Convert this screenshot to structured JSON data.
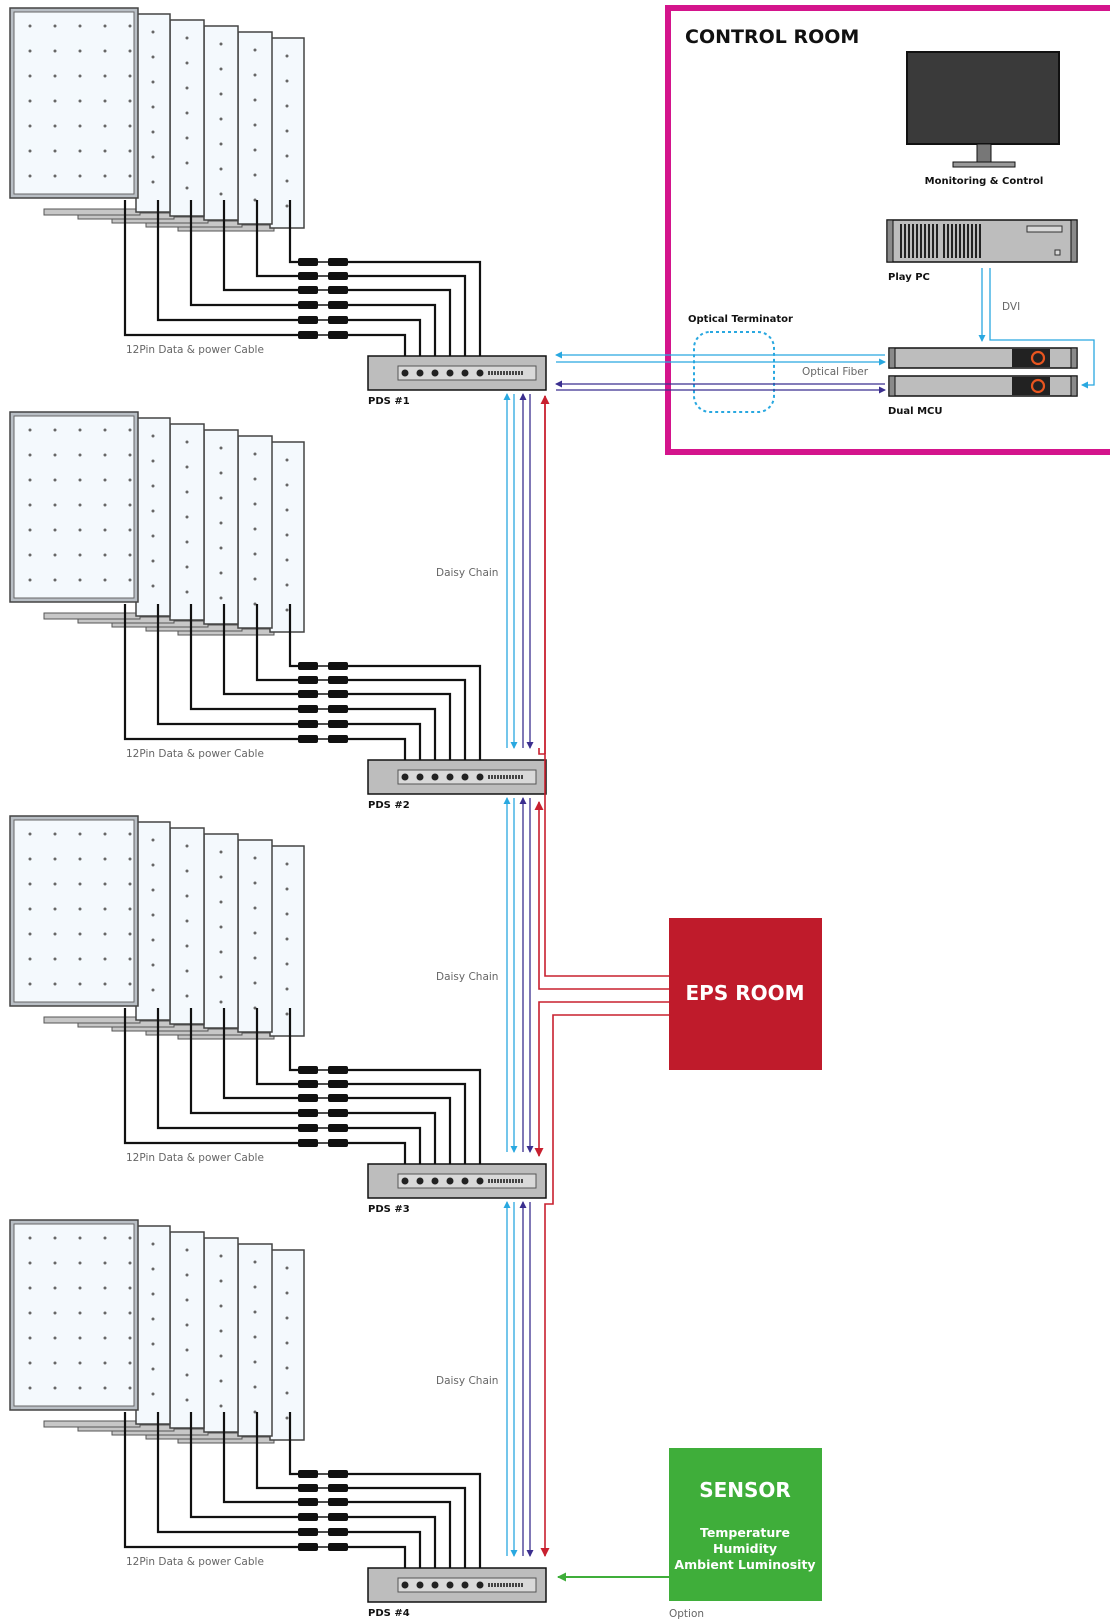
{
  "control_room": {
    "title": "CONTROL ROOM",
    "monitor_label": "Monitoring & Control",
    "play_pc_label": "Play PC",
    "dvi_label": "DVI",
    "optical_terminator_label": "Optical Terminator",
    "optical_fiber_label": "Optical Fiber",
    "dual_mcu_label": "Dual MCU"
  },
  "groups": [
    {
      "pds_label": "PDS #1",
      "cable_label": "12Pin Data & power Cable",
      "chain_label": ""
    },
    {
      "pds_label": "PDS #2",
      "cable_label": "12Pin Data & power Cable",
      "chain_label": "Daisy Chain"
    },
    {
      "pds_label": "PDS #3",
      "cable_label": "12Pin Data & power Cable",
      "chain_label": "Daisy Chain"
    },
    {
      "pds_label": "PDS #4",
      "cable_label": "12Pin Data & power Cable",
      "chain_label": "Daisy Chain"
    }
  ],
  "eps_room": {
    "title": "EPS ROOM"
  },
  "sensor": {
    "title": "SENSOR",
    "lines": [
      "Temperature",
      "Humidity",
      "Ambient Luminosity"
    ],
    "option_label": "Option"
  },
  "colors": {
    "control_room_border": "#d4148c",
    "eps_fill": "#bf1b2b",
    "sensor_fill": "#3fae3a",
    "optical_light": "#29a8e0",
    "optical_dark": "#3b2f8f",
    "power_red": "#c8202f",
    "sensor_line": "#3fae3a"
  }
}
